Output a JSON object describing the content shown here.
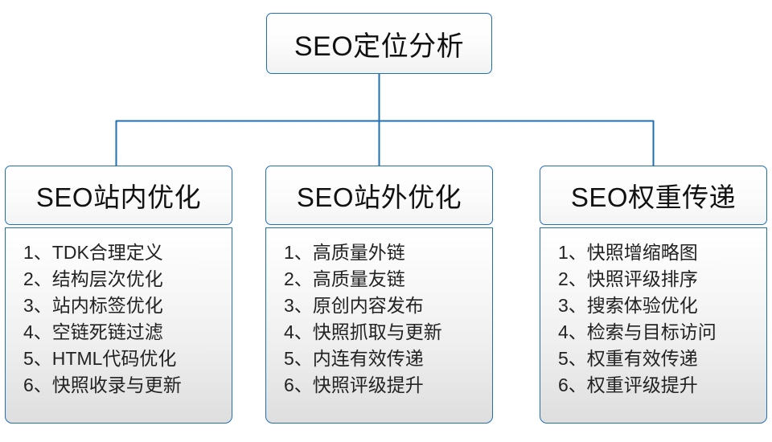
{
  "diagram": {
    "root": {
      "label": "SEO定位分析"
    },
    "accent_color": "#1f6fb5",
    "columns": [
      {
        "header": "SEO站内优化",
        "items": [
          "1、TDK合理定义",
          "2、结构层次优化",
          "3、站内标签优化",
          "4、空链死链过滤",
          "5、HTML代码优化",
          "6、快照收录与更新"
        ]
      },
      {
        "header": "SEO站外优化",
        "items": [
          "1、高质量外链",
          "2、高质量友链",
          "3、原创内容发布",
          "4、快照抓取与更新",
          "5、内连有效传递",
          "6、快照评级提升"
        ]
      },
      {
        "header": "SEO权重传递",
        "items": [
          "1、快照增缩略图",
          "2、快照评级排序",
          "3、搜索体验优化",
          "4、检索与目标访问",
          "5、权重有效传递",
          "6、权重评级提升"
        ]
      }
    ]
  }
}
